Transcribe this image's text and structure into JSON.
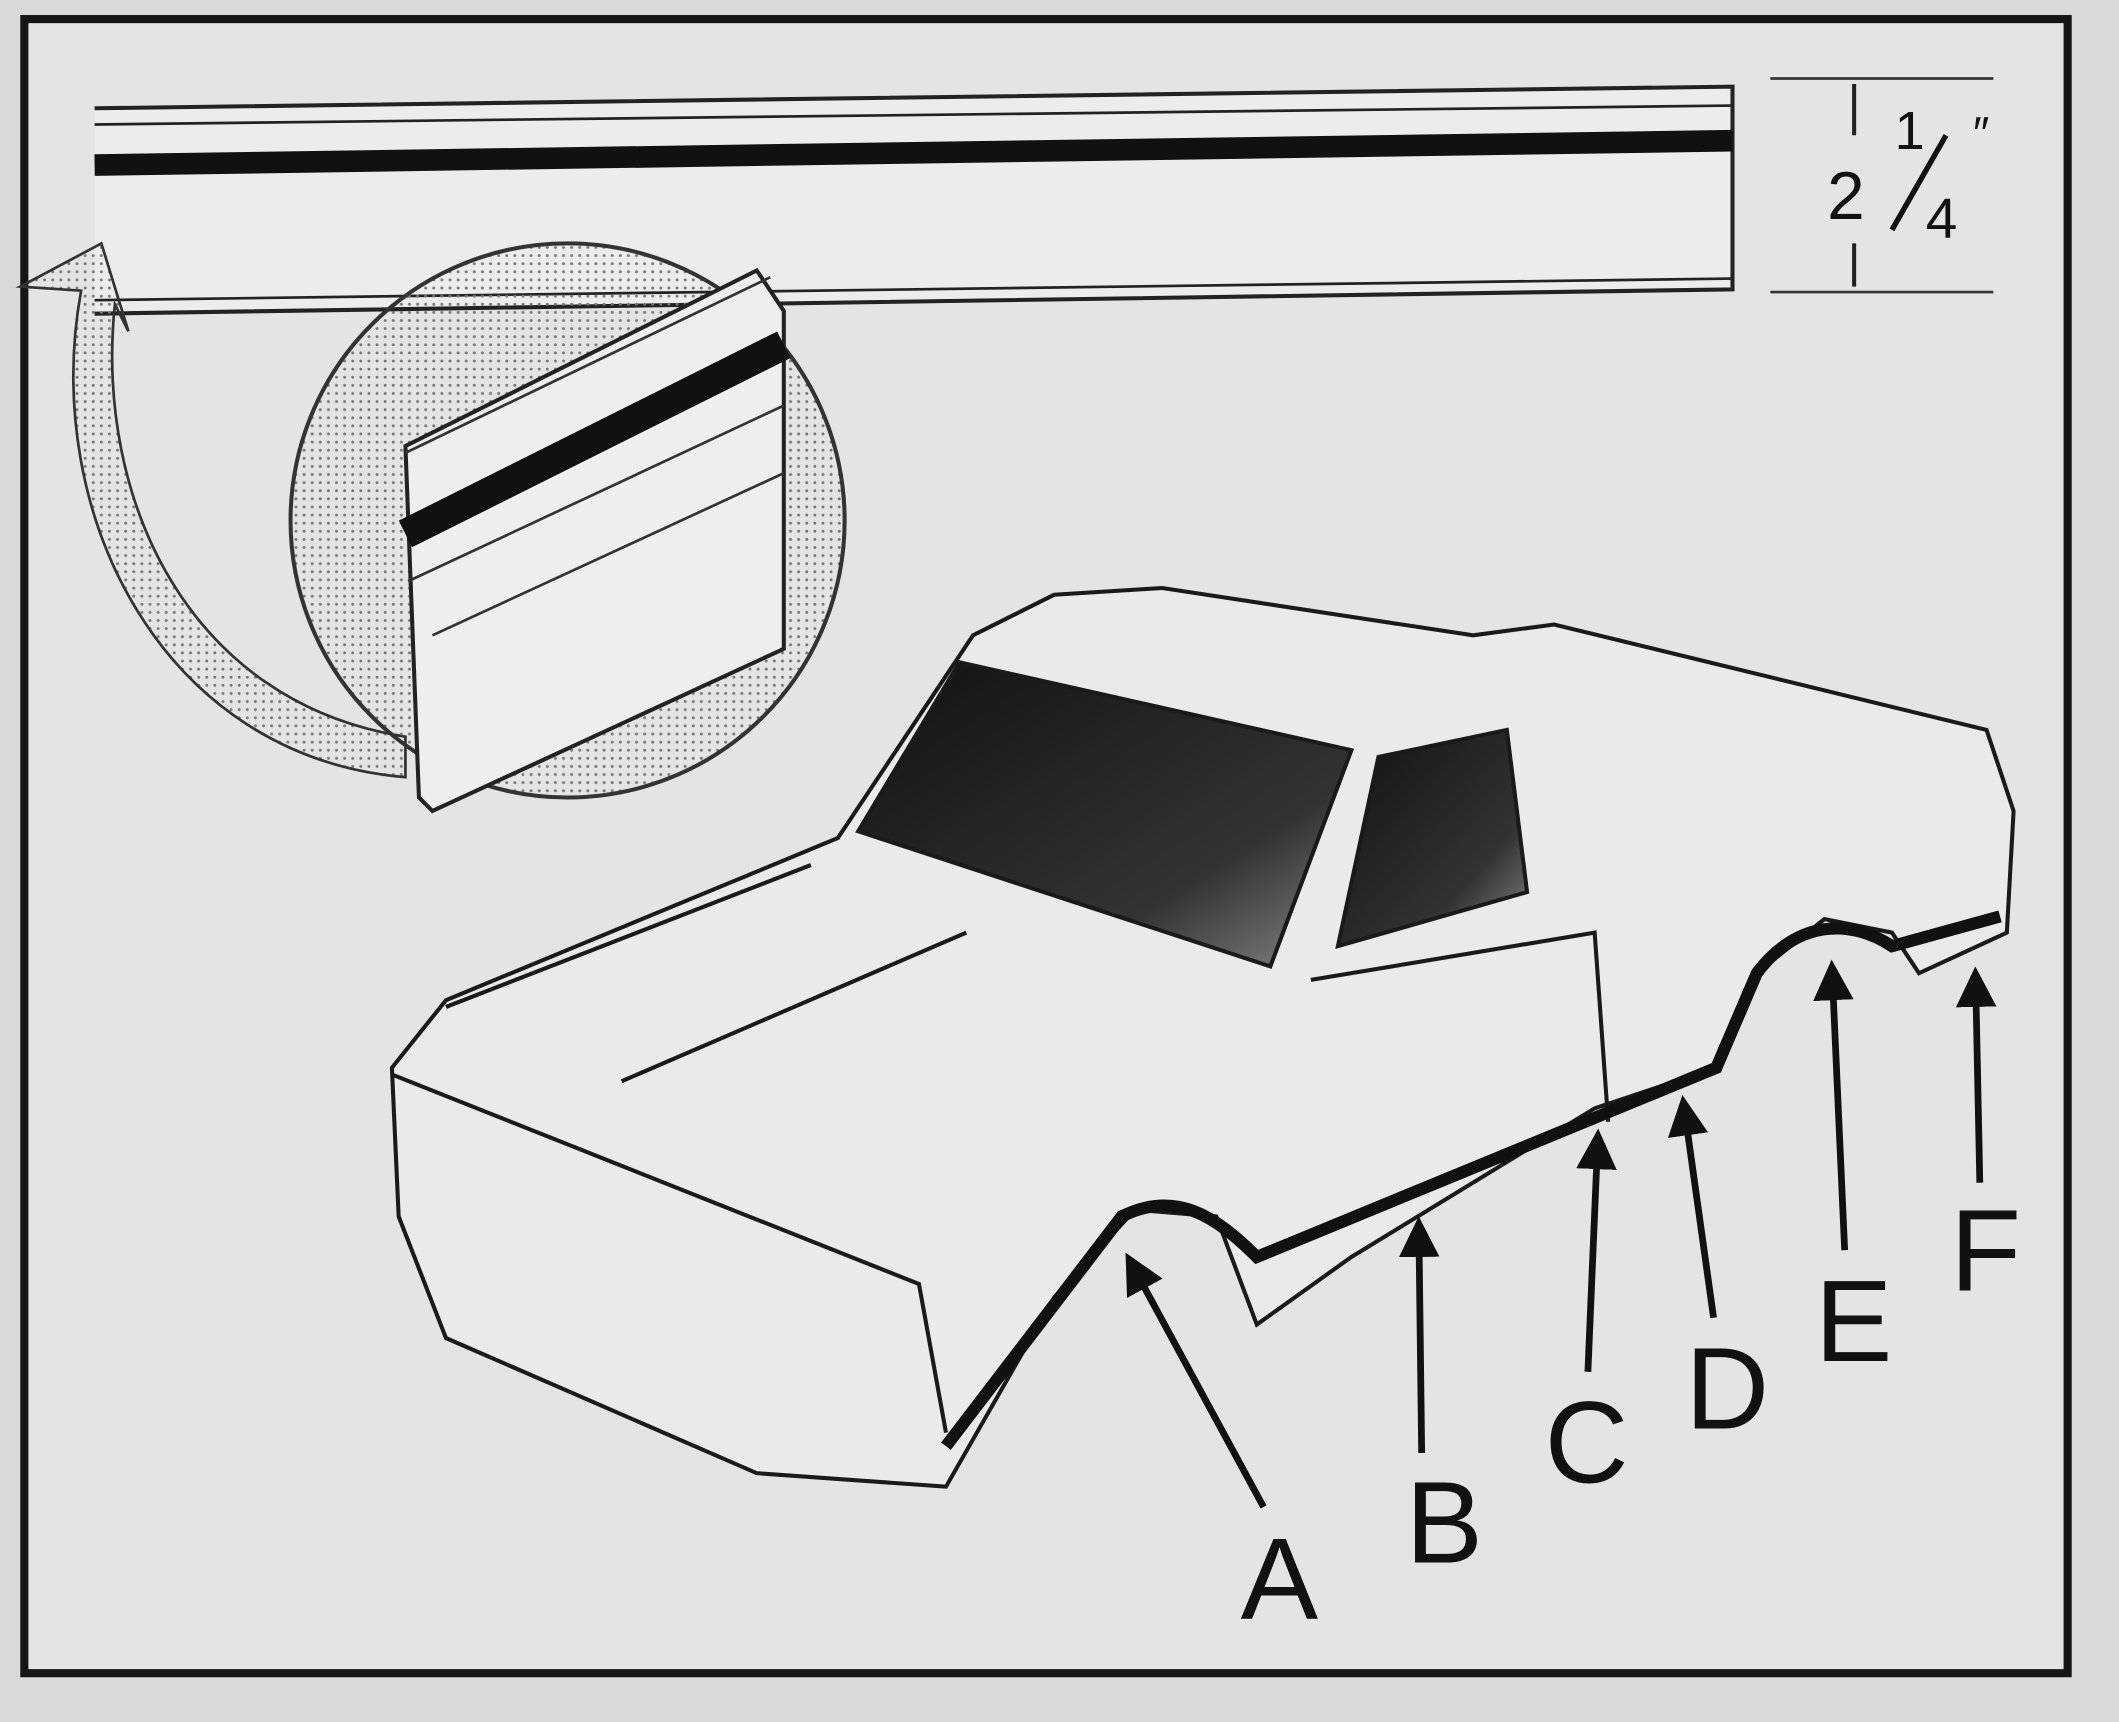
{
  "diagram": {
    "labels": [
      "A",
      "B",
      "C",
      "D",
      "E",
      "F"
    ],
    "dimension": {
      "whole": "2",
      "numerator": "1",
      "denominator": "4",
      "unit_mark": "″"
    },
    "colors": {
      "paper": "#e4e4e2",
      "ink": "#151515",
      "background": "#d9d9d9"
    }
  }
}
